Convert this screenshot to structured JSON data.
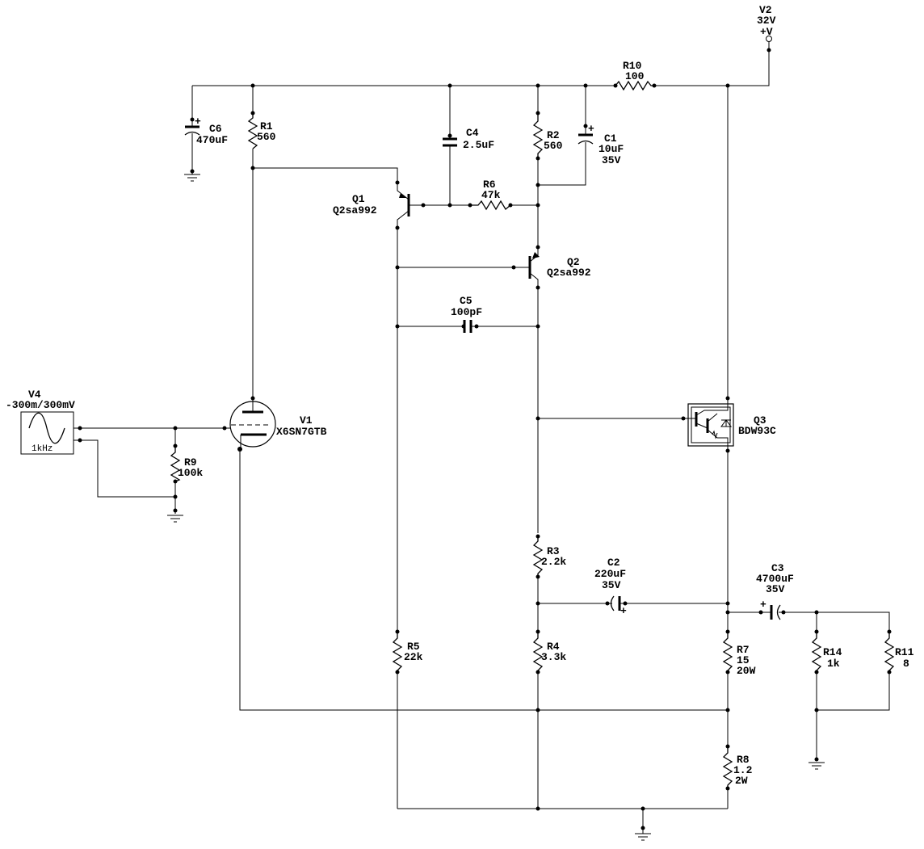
{
  "components": {
    "V2": {
      "ref": "V2",
      "value": "32V",
      "terminal": "+V"
    },
    "R10": {
      "ref": "R10",
      "value": "100"
    },
    "C6": {
      "ref": "C6",
      "value": "470uF"
    },
    "R1": {
      "ref": "R1",
      "value": "560"
    },
    "C4": {
      "ref": "C4",
      "value": "2.5uF"
    },
    "R2": {
      "ref": "R2",
      "value": "560"
    },
    "C1": {
      "ref": "C1",
      "value": "10uF",
      "rating": "35V"
    },
    "Q1": {
      "ref": "Q1",
      "value": "Q2sa992"
    },
    "R6": {
      "ref": "R6",
      "value": "47k"
    },
    "Q2": {
      "ref": "Q2",
      "value": "Q2sa992"
    },
    "C5": {
      "ref": "C5",
      "value": "100pF"
    },
    "V4": {
      "ref": "V4",
      "value": "-300m/300mV",
      "freq": "1kHz"
    },
    "V1": {
      "ref": "V1",
      "value": "X6SN7GTB"
    },
    "R9": {
      "ref": "R9",
      "value": "100k"
    },
    "Q3": {
      "ref": "Q3",
      "value": "BDW93C"
    },
    "R3": {
      "ref": "R3",
      "value": "2.2k"
    },
    "C2": {
      "ref": "C2",
      "value": "220uF",
      "rating": "35V"
    },
    "C3": {
      "ref": "C3",
      "value": "4700uF",
      "rating": "35V"
    },
    "R5": {
      "ref": "R5",
      "value": "22k"
    },
    "R4": {
      "ref": "R4",
      "value": "3.3k"
    },
    "R7": {
      "ref": "R7",
      "value": "15",
      "rating": "20W"
    },
    "R14": {
      "ref": "R14",
      "value": "1k"
    },
    "R11": {
      "ref": "R11",
      "value": "8"
    },
    "R8": {
      "ref": "R8",
      "value": "1.2",
      "rating": "2W"
    }
  },
  "polarity_mark": "+"
}
